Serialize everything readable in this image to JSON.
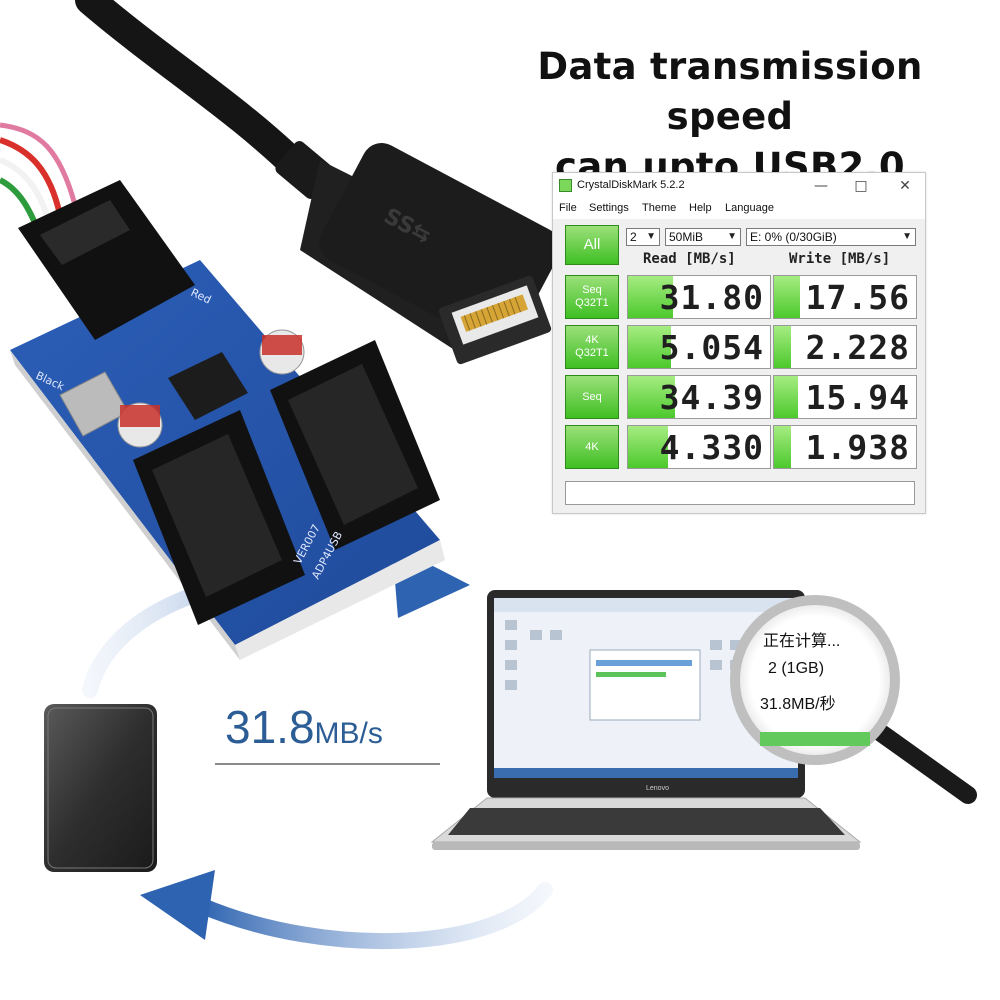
{
  "headline": {
    "line1": "Data transmission speed",
    "line2": "can upto USB2.0"
  },
  "crystaldiskmark": {
    "title": "CrystalDiskMark 5.2.2",
    "window_buttons": [
      "—",
      "□",
      "✕"
    ],
    "menu": [
      "File",
      "Settings",
      "Theme",
      "Help",
      "Language"
    ],
    "all_button": "All",
    "count_select": "2",
    "size_select": "50MiB",
    "drive_select": "E: 0% (0/30GiB)",
    "read_header": "Read [MB/s]",
    "write_header": "Write [MB/s]",
    "rows": [
      {
        "line1": "Seq",
        "line2": "Q32T1",
        "read": "31.80",
        "write": "17.56",
        "read_fill": 0.32,
        "write_fill": 0.18
      },
      {
        "line1": "4K",
        "line2": "Q32T1",
        "read": "5.054",
        "write": "2.228",
        "read_fill": 0.3,
        "write_fill": 0.12
      },
      {
        "line1": "Seq",
        "line2": "",
        "read": "34.39",
        "write": "15.94",
        "read_fill": 0.33,
        "write_fill": 0.17
      },
      {
        "line1": "4K",
        "line2": "",
        "read": "4.330",
        "write": "1.938",
        "read_fill": 0.28,
        "write_fill": 0.12
      }
    ],
    "accent_color": "#4cc92c"
  },
  "speed_callout": {
    "number": "31.8",
    "unit": "MB/s",
    "color": "#2c5d95"
  },
  "magnifier": {
    "line1": "正在计算...",
    "line2": "2 (1GB)",
    "line3": "31.8MB/秒"
  },
  "laptop": {
    "brand": "Lenovo"
  },
  "adapter_board": {
    "label_black": "Black",
    "label_red": "Red",
    "model_line1": "VER007",
    "model_line2": "ADP4USB"
  }
}
